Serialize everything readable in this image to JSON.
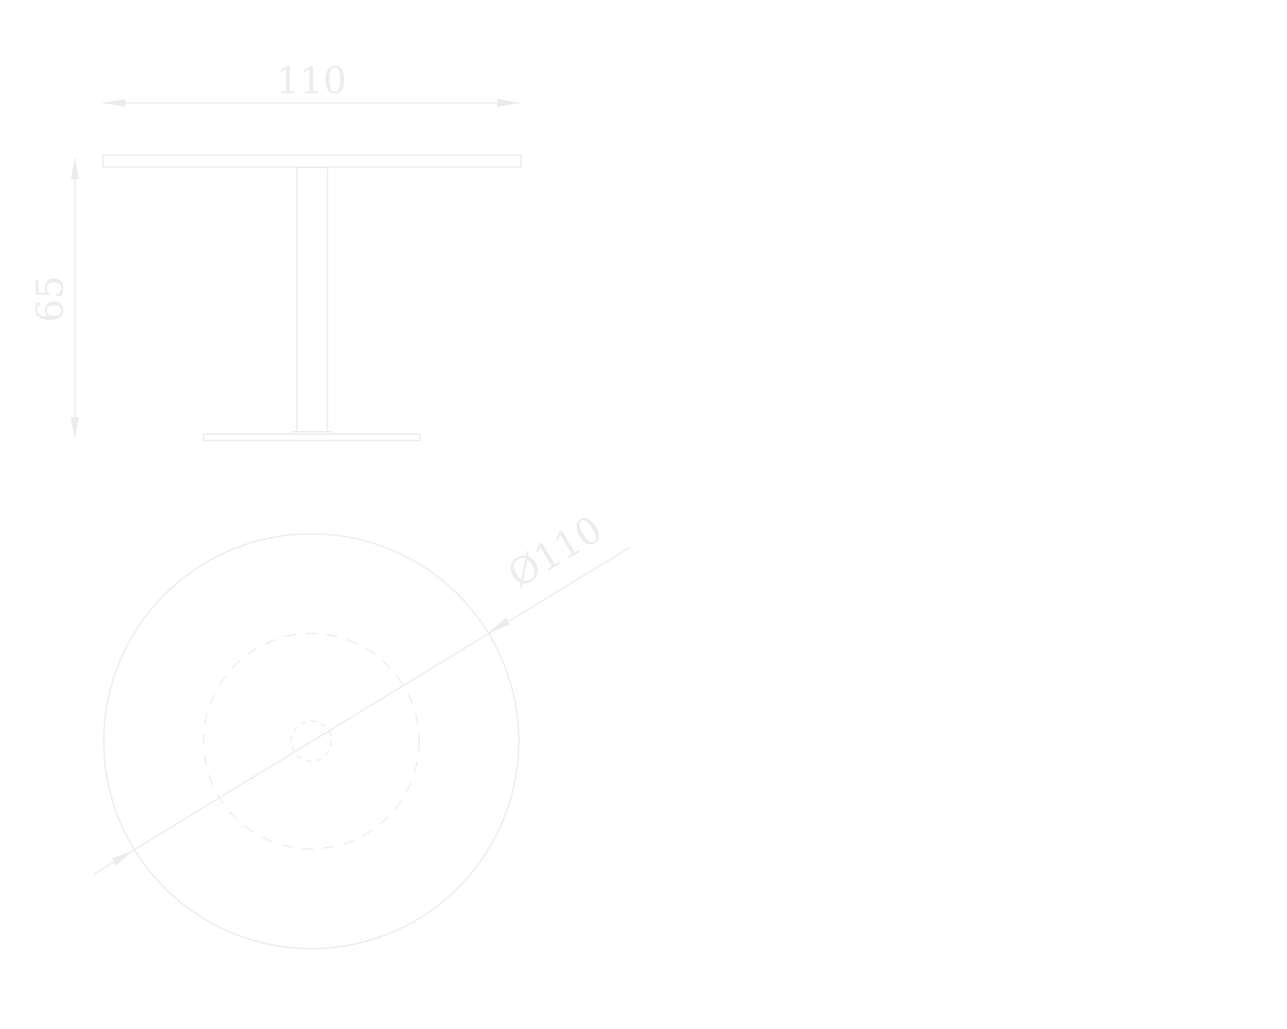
{
  "drawing": {
    "side_view": {
      "width_label": "110",
      "height_label": "65"
    },
    "top_view": {
      "diameter_label": "Ø110"
    },
    "line_color": "#ebebeb"
  }
}
